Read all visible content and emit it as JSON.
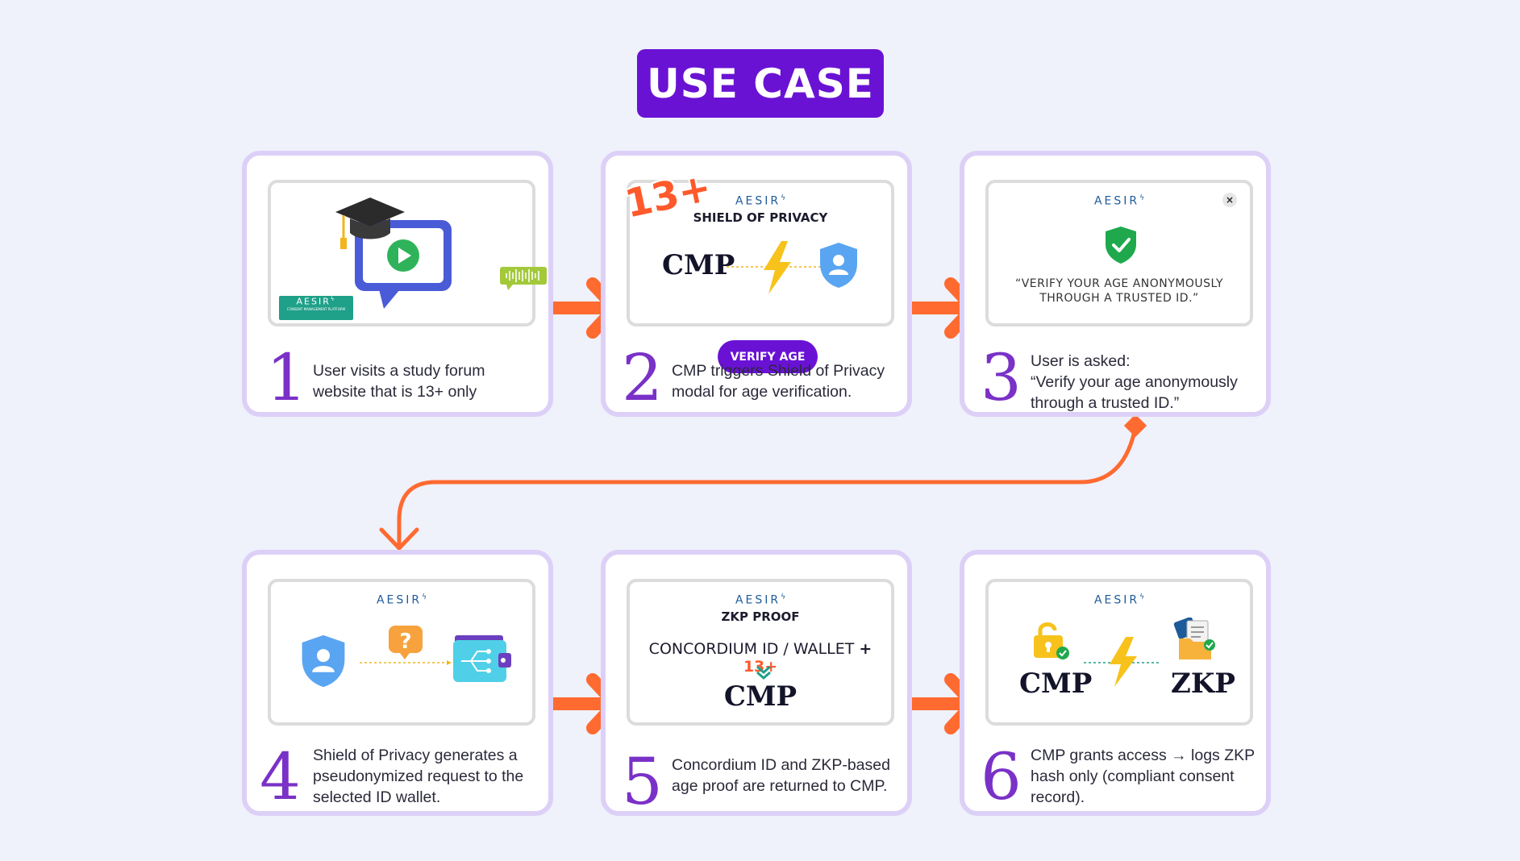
{
  "title": "USE CASE",
  "brand": "AESIR",
  "colors": {
    "accent_purple": "#6a12d4",
    "arrow_orange": "#ff6a30",
    "card_border": "#ddd0f7",
    "number_purple": "#7a31c7"
  },
  "steps": [
    {
      "number": "1",
      "desc": [
        "User visits a study forum",
        "website that is 13+ only"
      ],
      "panel": {
        "aesir_card_sub": "CONSENT MANAGEMENT PLATFORM"
      },
      "icons": [
        "graduation-cap-icon",
        "chat-video-icon",
        "audio-wave-icon"
      ]
    },
    {
      "number": "2",
      "desc": [
        "CMP triggers Shield of Privacy",
        "modal for age verification."
      ],
      "panel": {
        "badge": "13+",
        "heading": "SHIELD OF PRIVACY",
        "cmp": "CMP",
        "button": "VERIFY AGE"
      },
      "icons": [
        "lightning-icon",
        "shield-user-icon"
      ]
    },
    {
      "number": "3",
      "desc": [
        "User is asked:",
        "“Verify your age anonymously",
        "through a trusted ID.”"
      ],
      "panel": {
        "close": "×",
        "modal_lines": [
          "“VERIFY YOUR AGE ANONYMOUSLY",
          "THROUGH A TRUSTED ID.”"
        ]
      },
      "icons": [
        "shield-check-icon"
      ]
    },
    {
      "number": "4",
      "desc": [
        "Shield of Privacy generates a",
        "pseudonymized request to the",
        "selected ID wallet."
      ],
      "panel": {},
      "icons": [
        "shield-user-icon",
        "question-bubble-icon",
        "wallet-icon"
      ]
    },
    {
      "number": "5",
      "desc": [
        "Concordium ID and ZKP-based",
        "age proof are returned to CMP."
      ],
      "panel": {
        "heading": "ZKP PROOF",
        "concord_text": "CONCORDIUM ID / WALLET",
        "plus": "+",
        "badge": "13+",
        "cmp": "CMP"
      },
      "icons": [
        "double-chevron-down-icon"
      ]
    },
    {
      "number": "6",
      "desc": [
        "CMP grants access → logs ZKP",
        "hash only (compliant consent",
        "record)."
      ],
      "panel": {
        "cmp": "CMP",
        "zkp": "ZKP"
      },
      "icons": [
        "unlock-icon",
        "lightning-icon",
        "document-check-icon"
      ]
    }
  ]
}
